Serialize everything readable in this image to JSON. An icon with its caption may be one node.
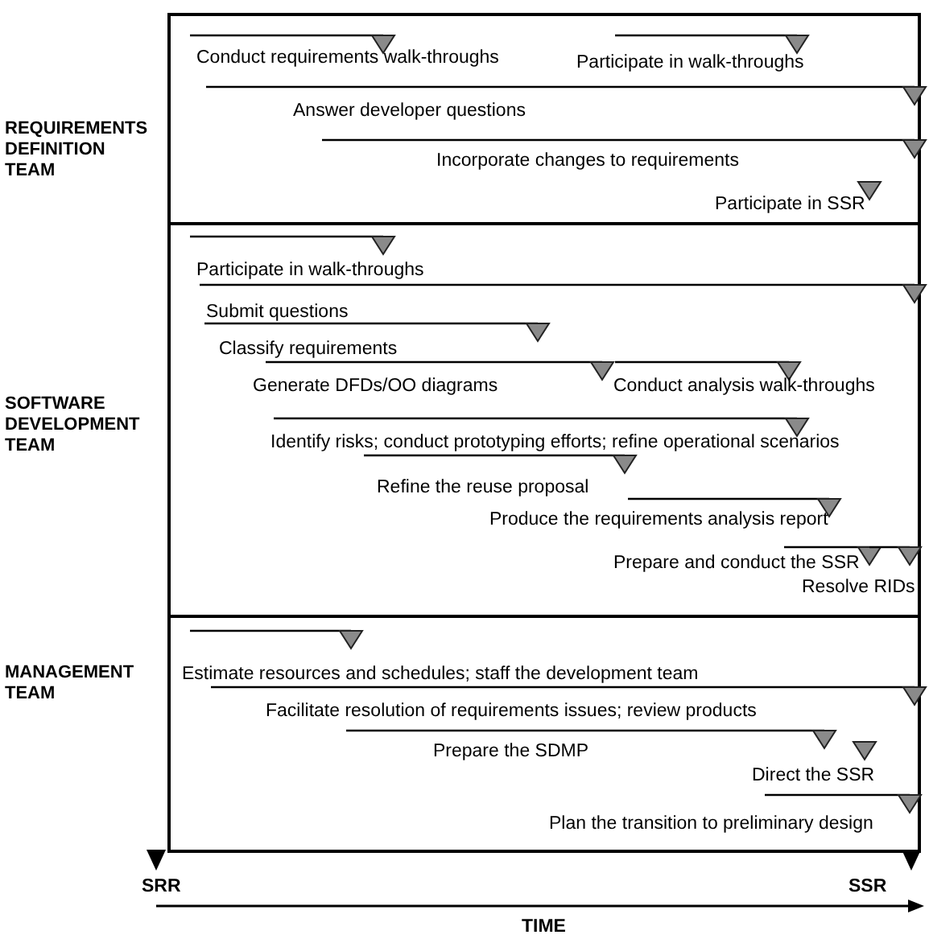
{
  "diagram": {
    "nodes": [
      {
        "text": [
          "REQUIREMENTS DEFINITION TEAM"
        ]
      },
      {
        "text": [
          "Conduct requirements walk-throughs"
        ],
        "in": 0
      },
      {
        "text": [
          "Participate in walk-throughs"
        ],
        "in": 0
      },
      {
        "text": [
          "Answer developer questions"
        ],
        "in": 0
      },
      {
        "text": [
          "Incorporate changes to requirements"
        ],
        "in": 0
      },
      {
        "text": [
          "Participate in SSR"
        ],
        "in": 0
      },
      {
        "text": [
          "SOFTWARE DEVELOPMENT TEAM"
        ]
      },
      {
        "text": [
          "Participate in walk-throughs"
        ],
        "in": 6
      },
      {
        "text": [
          "Submit questions"
        ],
        "in": 6
      },
      {
        "text": [
          "Classify requirements"
        ],
        "in": 6
      },
      {
        "text": [
          "Generate DFDs/OO diagrams"
        ],
        "in": 6
      },
      {
        "text": [
          "Conduct analysis walk-throughs"
        ],
        "in": 6
      },
      {
        "text": [
          "Identify risks; conduct prototyping efforts; refine operational scenarios"
        ],
        "in": 6
      },
      {
        "text": [
          "Refine the reuse proposal"
        ],
        "in": 6
      },
      {
        "text": [
          "Produce the requirements analysis report"
        ],
        "in": 6
      },
      {
        "text": [
          "Prepare and conduct the SSR"
        ],
        "in": 6
      },
      {
        "text": [
          "Resolve RIDs"
        ],
        "in": 6
      },
      {
        "text": [
          "MANAGEMENT TEAM"
        ]
      },
      {
        "text": [
          "Estimate resources and schedules; staff the development team"
        ],
        "in": 17
      },
      {
        "text": [
          "Facilitate resolution of requirements issues; review products"
        ],
        "in": 17
      },
      {
        "text": [
          "Prepare the SDMP"
        ],
        "in": 17
      },
      {
        "text": [
          "Direct the SSR"
        ],
        "in": 17
      },
      {
        "text": [
          "Plan the transition to preliminary design"
        ],
        "in": 17
      }
    ],
    "labels": [
      "SRR",
      "SSR",
      "TIME"
    ]
  }
}
